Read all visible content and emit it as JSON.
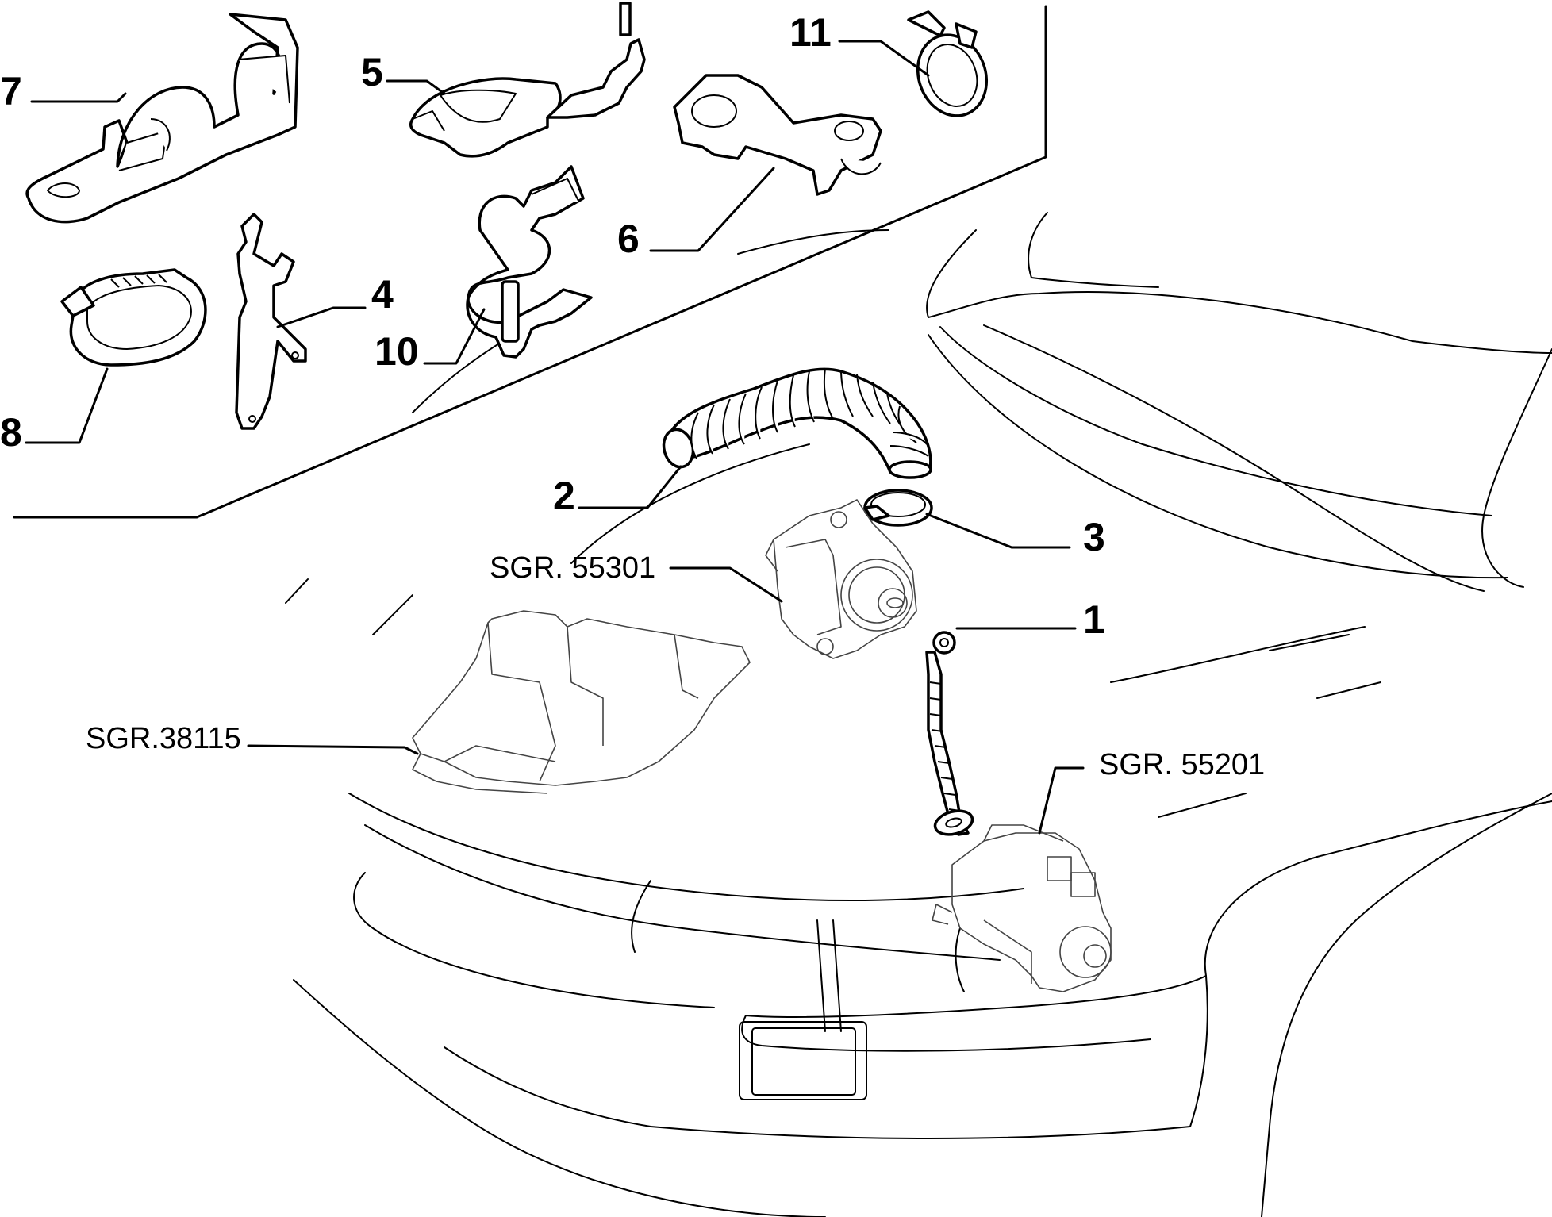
{
  "callouts": {
    "part_1": "1",
    "part_2": "2",
    "part_3": "3",
    "part_4": "4",
    "part_5": "5",
    "part_6": "6",
    "part_7": "7",
    "part_8": "8",
    "part_10": "10",
    "part_11": "11"
  },
  "references": {
    "alternator": "SGR. 55301",
    "under_tray": "SGR.38115",
    "starter": "SGR. 55201"
  },
  "colors": {
    "ink": "#000000",
    "background": "#ffffff"
  }
}
